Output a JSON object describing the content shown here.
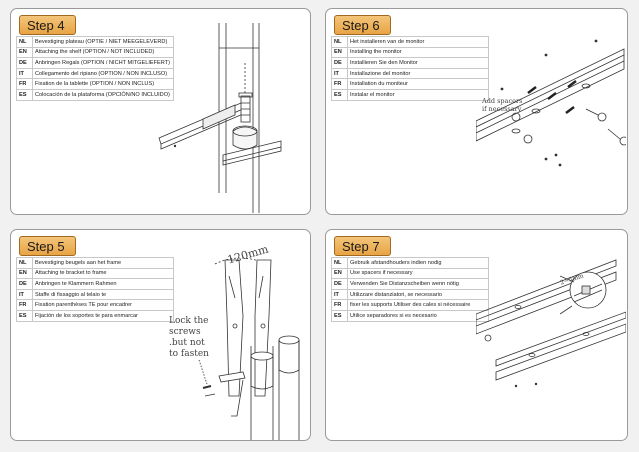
{
  "panels": [
    {
      "step": "Step 4",
      "rows": [
        {
          "code": "NL",
          "text": "Bevestiging plateau (OPTIE / NIET MEEGELEVERD)"
        },
        {
          "code": "EN",
          "text": "Attaching the shelf (OPTION / NOT INCLUDED)"
        },
        {
          "code": "DE",
          "text": "Anbringen Regals (OPTION / NICHT MITGELIEFERT)"
        },
        {
          "code": "IT",
          "text": "Collegamento del ripiano (OPTION / NON INCLUSO)"
        },
        {
          "code": "FR",
          "text": "Fixation de la tablette (OPTION / NON INCLUS)"
        },
        {
          "code": "ES",
          "text": "Colocación de la plataforma (OPCIÓN/NO INCLUIDO)"
        }
      ]
    },
    {
      "step": "Step 6",
      "rows": [
        {
          "code": "NL",
          "text": "Het installeren van de monitor"
        },
        {
          "code": "EN",
          "text": "Installing the monitor"
        },
        {
          "code": "DE",
          "text": "Installieren Sie den Monitor"
        },
        {
          "code": "IT",
          "text": "Installazione del monitor"
        },
        {
          "code": "FR",
          "text": "Installation du moniteur"
        },
        {
          "code": "ES",
          "text": "Instalar el monitor"
        }
      ],
      "note": "Add spacers if necessary"
    },
    {
      "step": "Step 5",
      "rows": [
        {
          "code": "NL",
          "text": "Bevestiging beugels aan het frame"
        },
        {
          "code": "EN",
          "text": "Attaching te bracket to frame"
        },
        {
          "code": "DE",
          "text": "Anbringen te Klammern Rahmen"
        },
        {
          "code": "IT",
          "text": "Staffe di fissaggio al telaio te"
        },
        {
          "code": "FR",
          "text": "Fixation parenthèses TE pour encadrer"
        },
        {
          "code": "ES",
          "text": "Fijación de los soportes te para enmarcar"
        }
      ],
      "dimension": "120mm",
      "note_lines": [
        "Lock the",
        "screws",
        ".but not",
        "to fasten"
      ]
    },
    {
      "step": "Step 7",
      "rows": [
        {
          "code": "NL",
          "text": "Gebruik afstandhouders indien nodig"
        },
        {
          "code": "EN",
          "text": "Use spacers if necessary"
        },
        {
          "code": "DE",
          "text": "Verwenden Sie Distanzscheiben wenn nötig"
        },
        {
          "code": "IT",
          "text": "Utilizzare distanziatori, se necessario"
        },
        {
          "code": "FR",
          "text": "fixer les supports Utiliser des cales si nécessaire"
        },
        {
          "code": "ES",
          "text": "Utilice separadores si es necesario"
        }
      ],
      "dimension": "2~5mm"
    }
  ]
}
